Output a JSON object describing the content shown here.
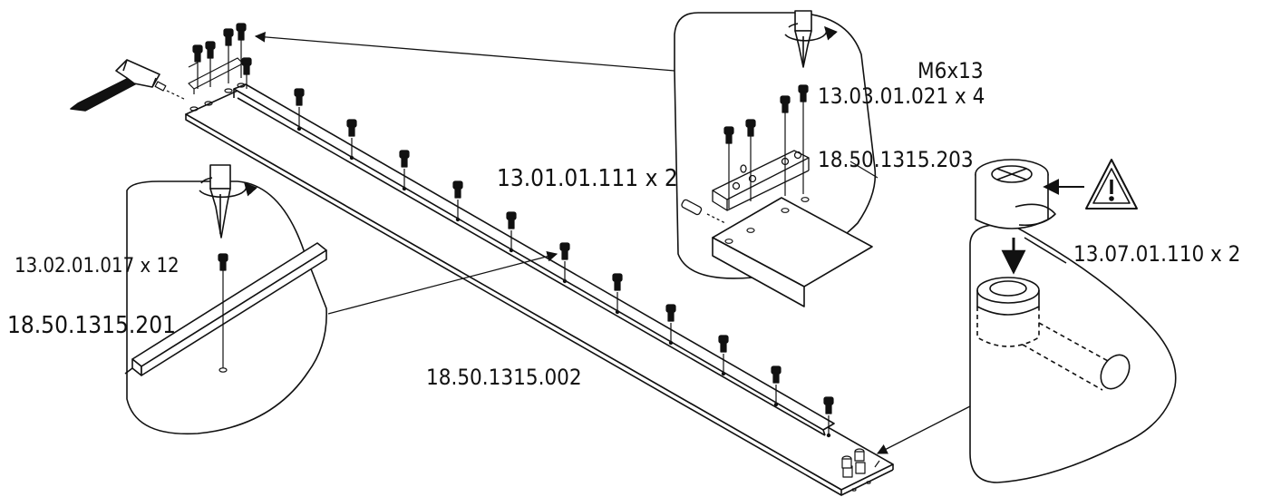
{
  "labels": {
    "screw_size": "M6x13",
    "screw_top": "13.03.01.021 x 4",
    "bracket_top": "18.50.1315.203",
    "dowel": "13.01.01.111 x 2",
    "cam_lock": "13.07.01.110 x 2",
    "screw_left": "13.02.01.017 x 12",
    "rail_left": "18.50.1315.201",
    "panel_main": "18.50.1315.002"
  },
  "icons": {
    "warning": "warning-triangle-icon",
    "hammer": "hammer-icon",
    "screwdriver": "screwdriver-icon"
  },
  "colors": {
    "ink": "#111111",
    "paper": "#ffffff"
  }
}
